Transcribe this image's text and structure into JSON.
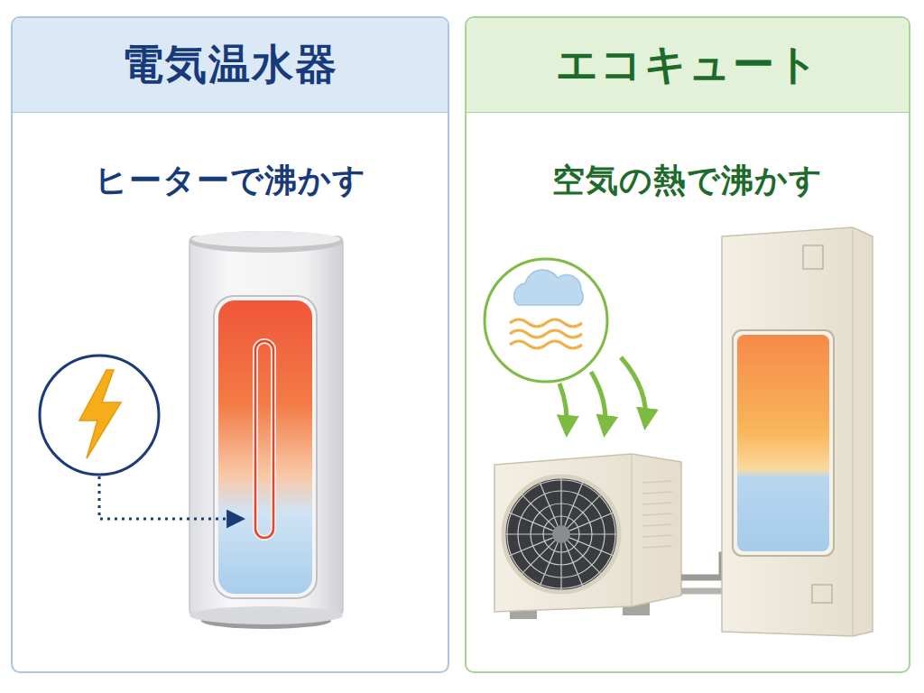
{
  "diagram": {
    "nodes": [
      {
        "text": [
          "電気温水器",
          "ヒーターで沸かす"
        ]
      },
      {
        "text": [
          "エコキュート",
          "空気の熱で沸かす"
        ]
      }
    ]
  }
}
